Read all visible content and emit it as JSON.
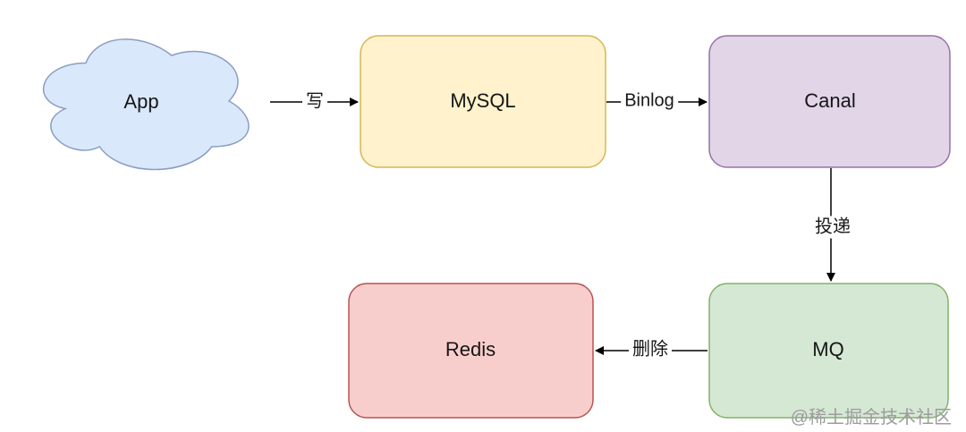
{
  "diagram": {
    "background": "#ffffff",
    "edge_color": "#000000",
    "nodes": {
      "app": {
        "label": "App",
        "fill": "#dae8fc",
        "stroke": "#8b9dc1"
      },
      "mysql": {
        "label": "MySQL",
        "fill": "#fff2cc",
        "stroke": "#d6b656"
      },
      "canal": {
        "label": "Canal",
        "fill": "#e1d5e7",
        "stroke": "#9673a6"
      },
      "mq": {
        "label": "MQ",
        "fill": "#d5e8d4",
        "stroke": "#82b366"
      },
      "redis": {
        "label": "Redis",
        "fill": "#f8cecc",
        "stroke": "#b85450"
      }
    },
    "edges": {
      "app_to_mysql": {
        "label": "写"
      },
      "mysql_to_canal": {
        "label": "Binlog"
      },
      "canal_to_mq": {
        "label": "投递"
      },
      "mq_to_redis": {
        "label": "删除"
      }
    }
  },
  "watermark": {
    "text": "@稀土掘金技术社区",
    "color": "#9c9c9c"
  }
}
